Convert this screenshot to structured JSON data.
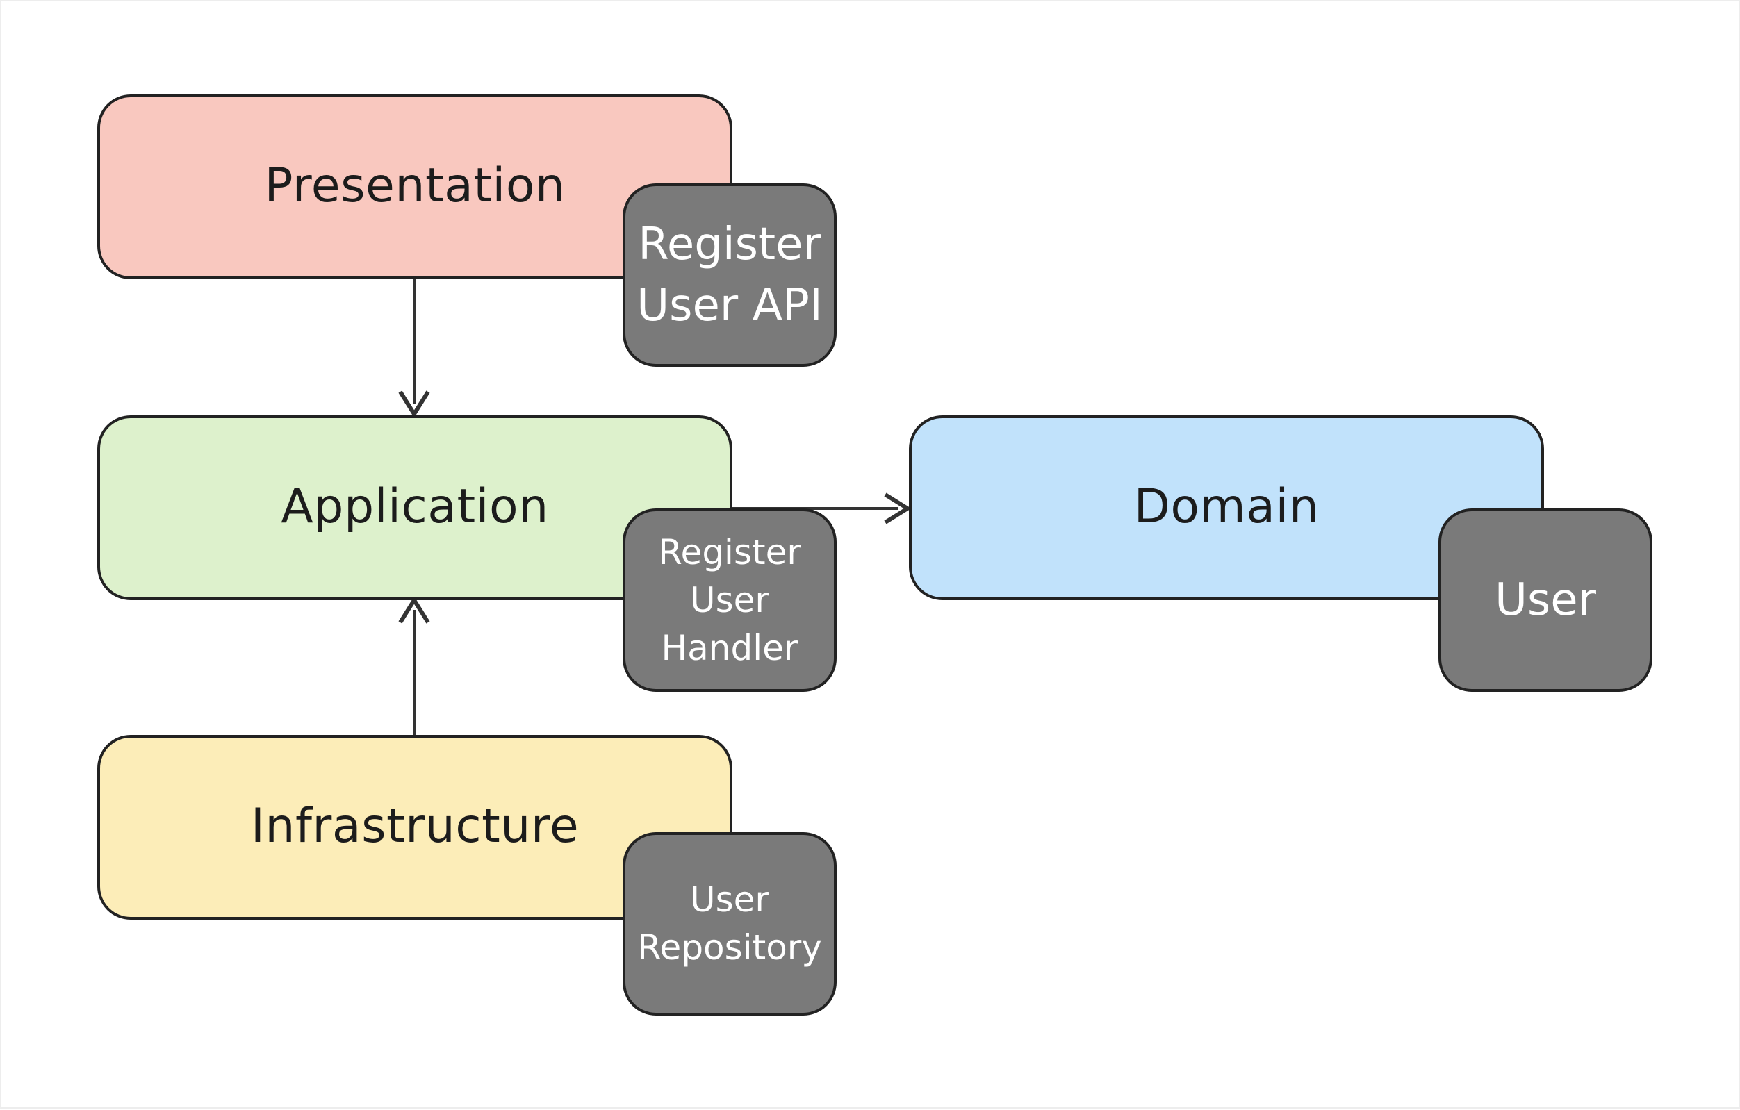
{
  "colors": {
    "presentation": "#f9c8bf",
    "application": "#ddf1cc",
    "domain": "#c1e2fb",
    "infrastructure": "#fcedb8",
    "component": "#7a7a7a",
    "stroke": "#222222",
    "edge": "#333333"
  },
  "layers": {
    "presentation": {
      "label": "Presentation"
    },
    "application": {
      "label": "Application"
    },
    "domain": {
      "label": "Domain"
    },
    "infrastructure": {
      "label": "Infrastructure"
    }
  },
  "components": {
    "register_user_api": "Register\nUser API",
    "register_user_handler": "Register\nUser\nHandler",
    "user": "User",
    "user_repository": "User\nRepository"
  },
  "edges": [
    {
      "from": "presentation",
      "to": "application"
    },
    {
      "from": "infrastructure",
      "to": "application"
    },
    {
      "from": "application",
      "to": "domain"
    }
  ]
}
